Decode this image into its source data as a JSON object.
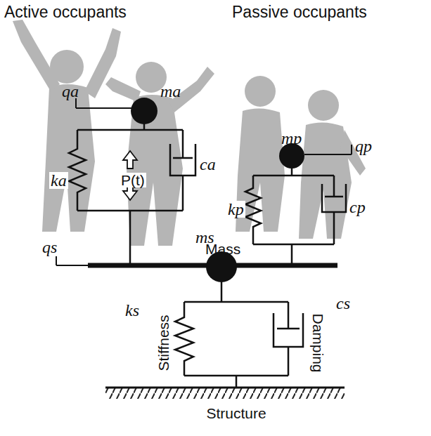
{
  "diagram": {
    "labels": [
      "Active occupants",
      "Passive occupants",
      "qa",
      "ma",
      "ka",
      "P(t)",
      "ca",
      "qs",
      "mp",
      "qp",
      "kp",
      "cp",
      "ms",
      "Mass",
      "ks",
      "Stiffness",
      "Damping",
      "cs",
      "Structure"
    ]
  }
}
